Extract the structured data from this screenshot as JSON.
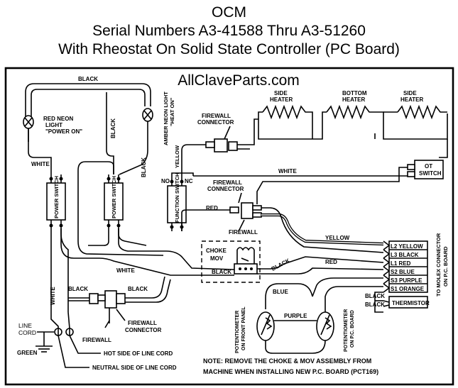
{
  "header": {
    "line1": "OCM",
    "line2": "Serial Numbers A3-41588 Thru A3-51260",
    "line3": "With Rheostat On Solid State Controller (PC Board)"
  },
  "watermark": "AllClaveParts.com",
  "labels": {
    "black_top": "BLACK",
    "red_neon_1": "RED NEON",
    "red_neon_2": "LIGHT",
    "red_neon_3": "\"POWER ON\"",
    "amber_neon_1": "AMBER NEON LIGHT",
    "amber_neon_2": "\"HEAT ON\"",
    "black_vert_1": "BLACK",
    "black_vert_2": "BLACK",
    "white_left": "WHITE",
    "yellow_vert": "YELLOW",
    "firewall_connector_1a": "FIREWALL",
    "firewall_connector_1b": "CONNECTOR",
    "side_heater_1a": "SIDE",
    "side_heater_1b": "HEATER",
    "bottom_heater_a": "BOTTOM",
    "bottom_heater_b": "HEATER",
    "side_heater_2a": "SIDE",
    "side_heater_2b": "HEATER",
    "white_mid": "WHITE",
    "ot_switch_a": "OT",
    "ot_switch_b": "SWITCH",
    "no": "NO",
    "nc": "NC",
    "firewall_connector_2a": "FIREWALL",
    "firewall_connector_2b": "CONNECTOR",
    "power_switch_1": "POWER SWITCH",
    "power_switch_2": "POWER SWITCH",
    "function_switch": "FUNCTION SWITCH",
    "red_short": "RED",
    "firewall_mid": "FIREWALL",
    "yellow_right": "YELLOW",
    "choke": "CHOKE",
    "mov": "MOV",
    "black_diag": "BLACK",
    "red_right": "RED",
    "black_choke": "BLACK",
    "white_low": "WHITE",
    "black_low_1": "BLACK",
    "black_low_2": "BLACK",
    "white_vert": "WHITE",
    "blue": "BLUE",
    "purple": "PURPLE",
    "black_thermistor_1": "BLACK",
    "black_thermistor_2": "BLACK",
    "thermistor": "THERMISTOR",
    "pot_front_a": "POTENTIOMETER",
    "pot_front_b": "ON FRONT PANEL",
    "pot_board_a": "POTENTIOMETER",
    "pot_board_b": "ON P.C. BOARD",
    "line_cord_a": "LINE",
    "line_cord_b": "CORD",
    "firewall_low": "FIREWALL",
    "firewall_connector_3a": "FIREWALL",
    "firewall_connector_3b": "CONNECTOR",
    "green": "GREEN",
    "hot_side": "HOT SIDE OF LINE CORD",
    "neutral_side": "NEUTRAL SIDE OF LINE CORD",
    "molex_a": "TO MOLEX CONNECTOR",
    "molex_b": "ON P.C. BOARD",
    "note_1": "NOTE: REMOVE THE CHOKE & MOV ASSEMBLY FROM",
    "note_2": "MACHINE WHEN INSTALLING NEW P.C. BOARD (PCT169)"
  },
  "connector_pins": [
    "L2 YELLOW",
    "L3 BLACK",
    "L1 RED",
    "S2 BLUE",
    "S3 PURPLE",
    "S1 ORANGE"
  ]
}
